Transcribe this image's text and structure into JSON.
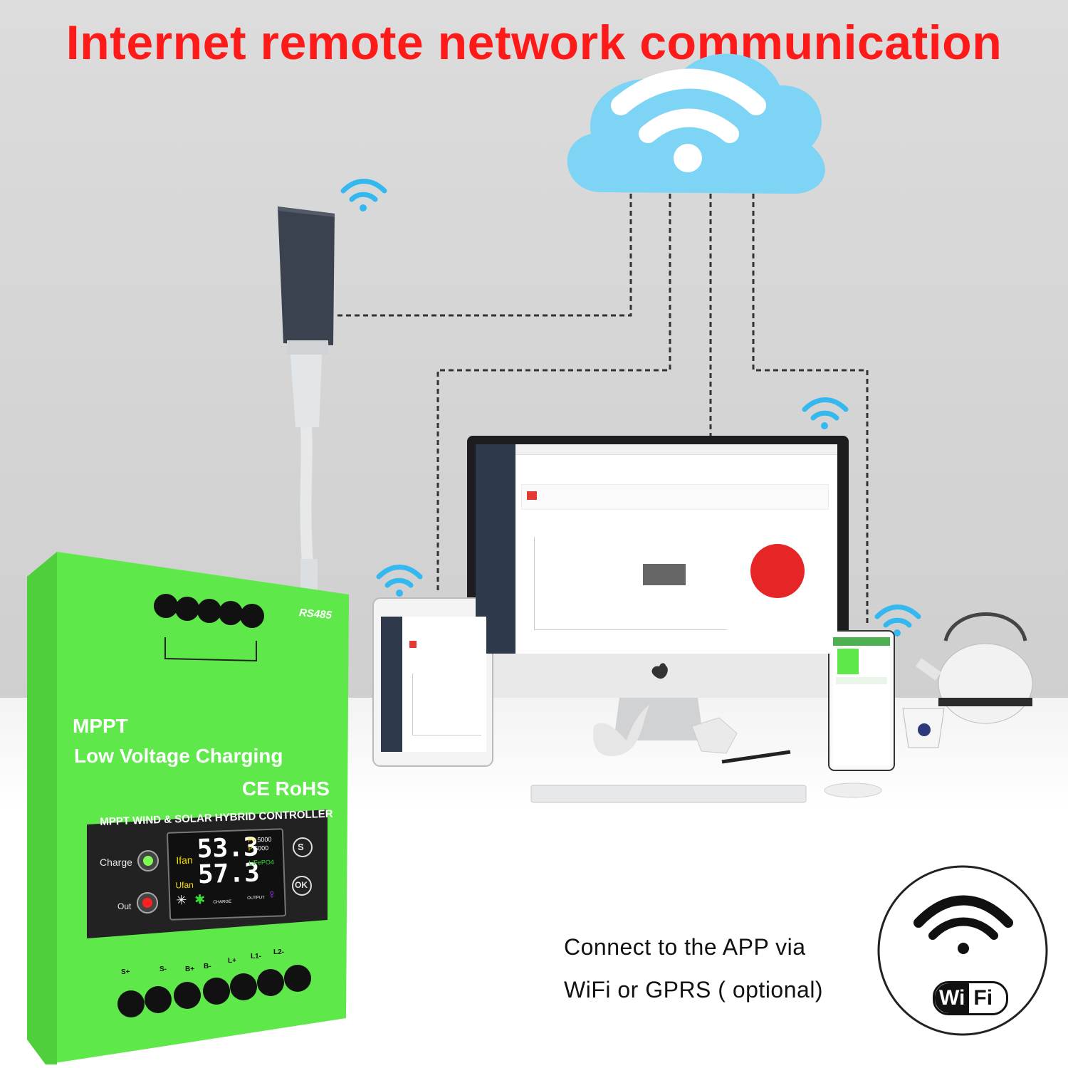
{
  "headline": "Internet remote network communication",
  "controller": {
    "rs485_label": "RS485",
    "feature_mppt": "MPPT",
    "feature_low_voltage": "Low Voltage Charging",
    "feature_cert": "CE RoHS",
    "panel_title": "MPPT WIND & SOLAR HYBRID CONTROLLER",
    "charge_label": "Charge",
    "out_label": "Out",
    "lcd": {
      "ifan_label": "Ifan",
      "ufan_label": "Ufan",
      "value_top": "53.3",
      "value_bottom": "57.3",
      "pv_label": "Pv",
      "pv_value": "5000",
      "pl_label": "P",
      "pl_value": "5000",
      "battery_type": "LiFePO4",
      "charge_text": "CHARGE",
      "output_text": "OUTPUT"
    },
    "button_s": "S",
    "button_ok": "OK",
    "terminal_labels": [
      "S+",
      "S-",
      "B+",
      "B-",
      "L+",
      "L1-",
      "L2-"
    ]
  },
  "caption_line1": "Connect to the APP via",
  "caption_line2": "WiFi or GPRS ( optional)",
  "wifi_badge": {
    "wi": "Wi",
    "fi": "Fi"
  },
  "colors": {
    "headline": "#ff1a1a",
    "cloud": "#7ed4f4",
    "controller_green": "#5ee84a",
    "wifi_blue": "#33b8ef"
  }
}
